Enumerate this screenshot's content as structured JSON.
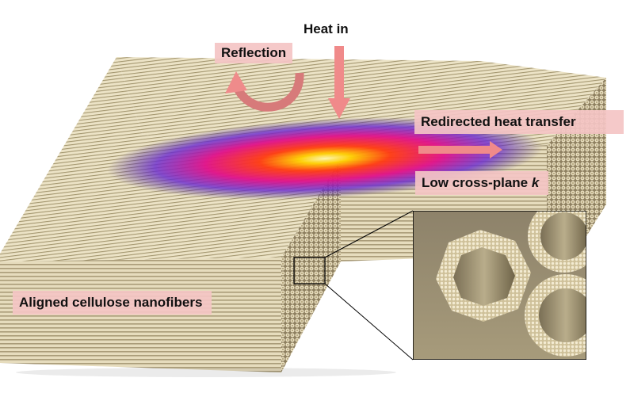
{
  "labels": {
    "heat_in": "Heat in",
    "reflection": "Reflection",
    "redirected": "Redirected heat transfer",
    "low_cross_plane": "Low cross-plane ",
    "low_cross_plane_symbol": "k",
    "aligned": "Aligned cellulose nanofibers"
  },
  "colors": {
    "fiber_light": "#ece4c8",
    "fiber_dark": "#8a7d5c",
    "arrow": "#f08a8a",
    "label_bg": "#f4c4c4",
    "hot_core": "#ffd000",
    "hot_red": "#ff1a1a",
    "hot_purple": "#7a2fd0"
  }
}
